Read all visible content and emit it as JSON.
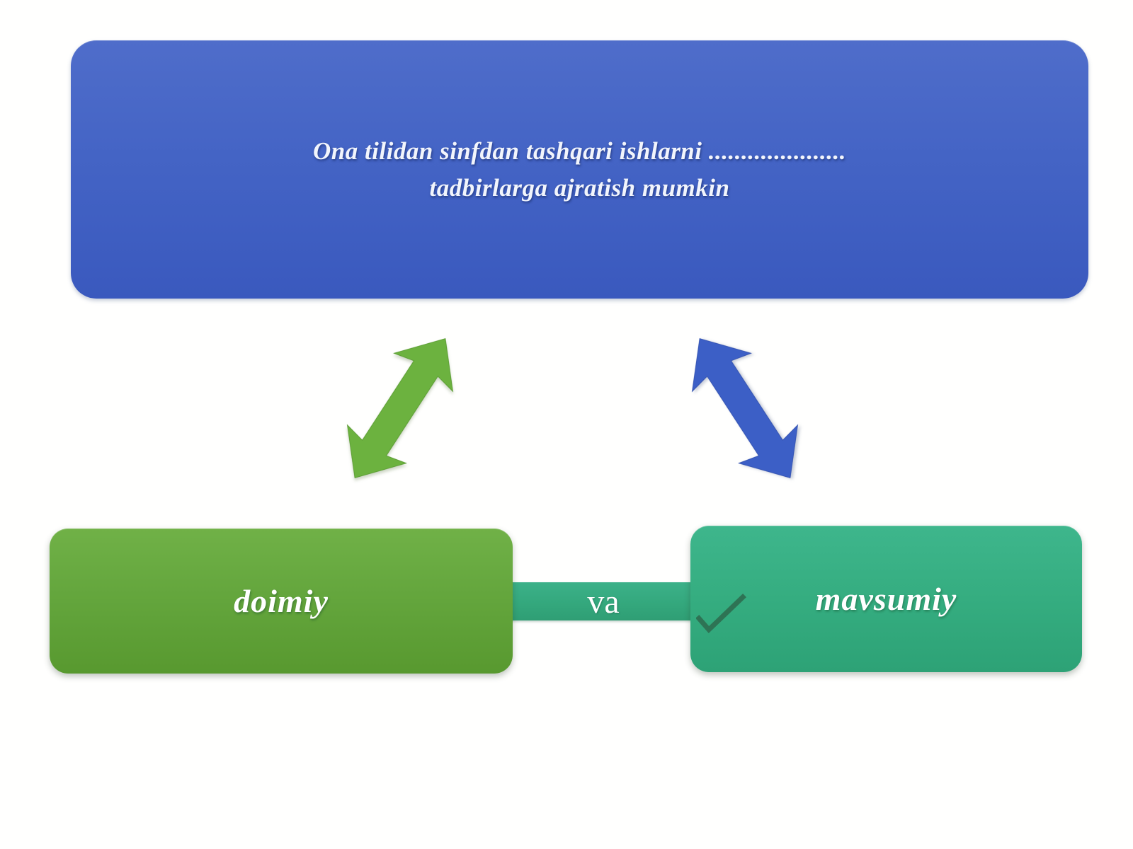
{
  "slide": {
    "title_box": {
      "text_line1": "Ona tilidan sinfdan tashqari ishlarni .....................",
      "text_line2": "tadbirlarga ajratish mumkin",
      "fill_top": "#4f6dca",
      "fill_bottom": "#3a59be",
      "text_color": "#f2f5fc"
    },
    "arrows": [
      {
        "name": "green-double-arrow",
        "color": "#6cb23f",
        "orientation": "tilted toward upper-right"
      },
      {
        "name": "blue-double-arrow",
        "color": "#3c5fc6",
        "orientation": "tilted toward upper-left"
      }
    ],
    "nodes": {
      "left": {
        "label": "doimiy",
        "fill": "#63a53c",
        "text_color": "#ffffff"
      },
      "right": {
        "label": "mavsumiy",
        "fill": "#35ad80",
        "text_color": "#ffffff"
      }
    },
    "connector": {
      "label": "va",
      "fill": "#34a87d",
      "check_color": "#2e7354"
    },
    "background_color": "#ffffff"
  }
}
